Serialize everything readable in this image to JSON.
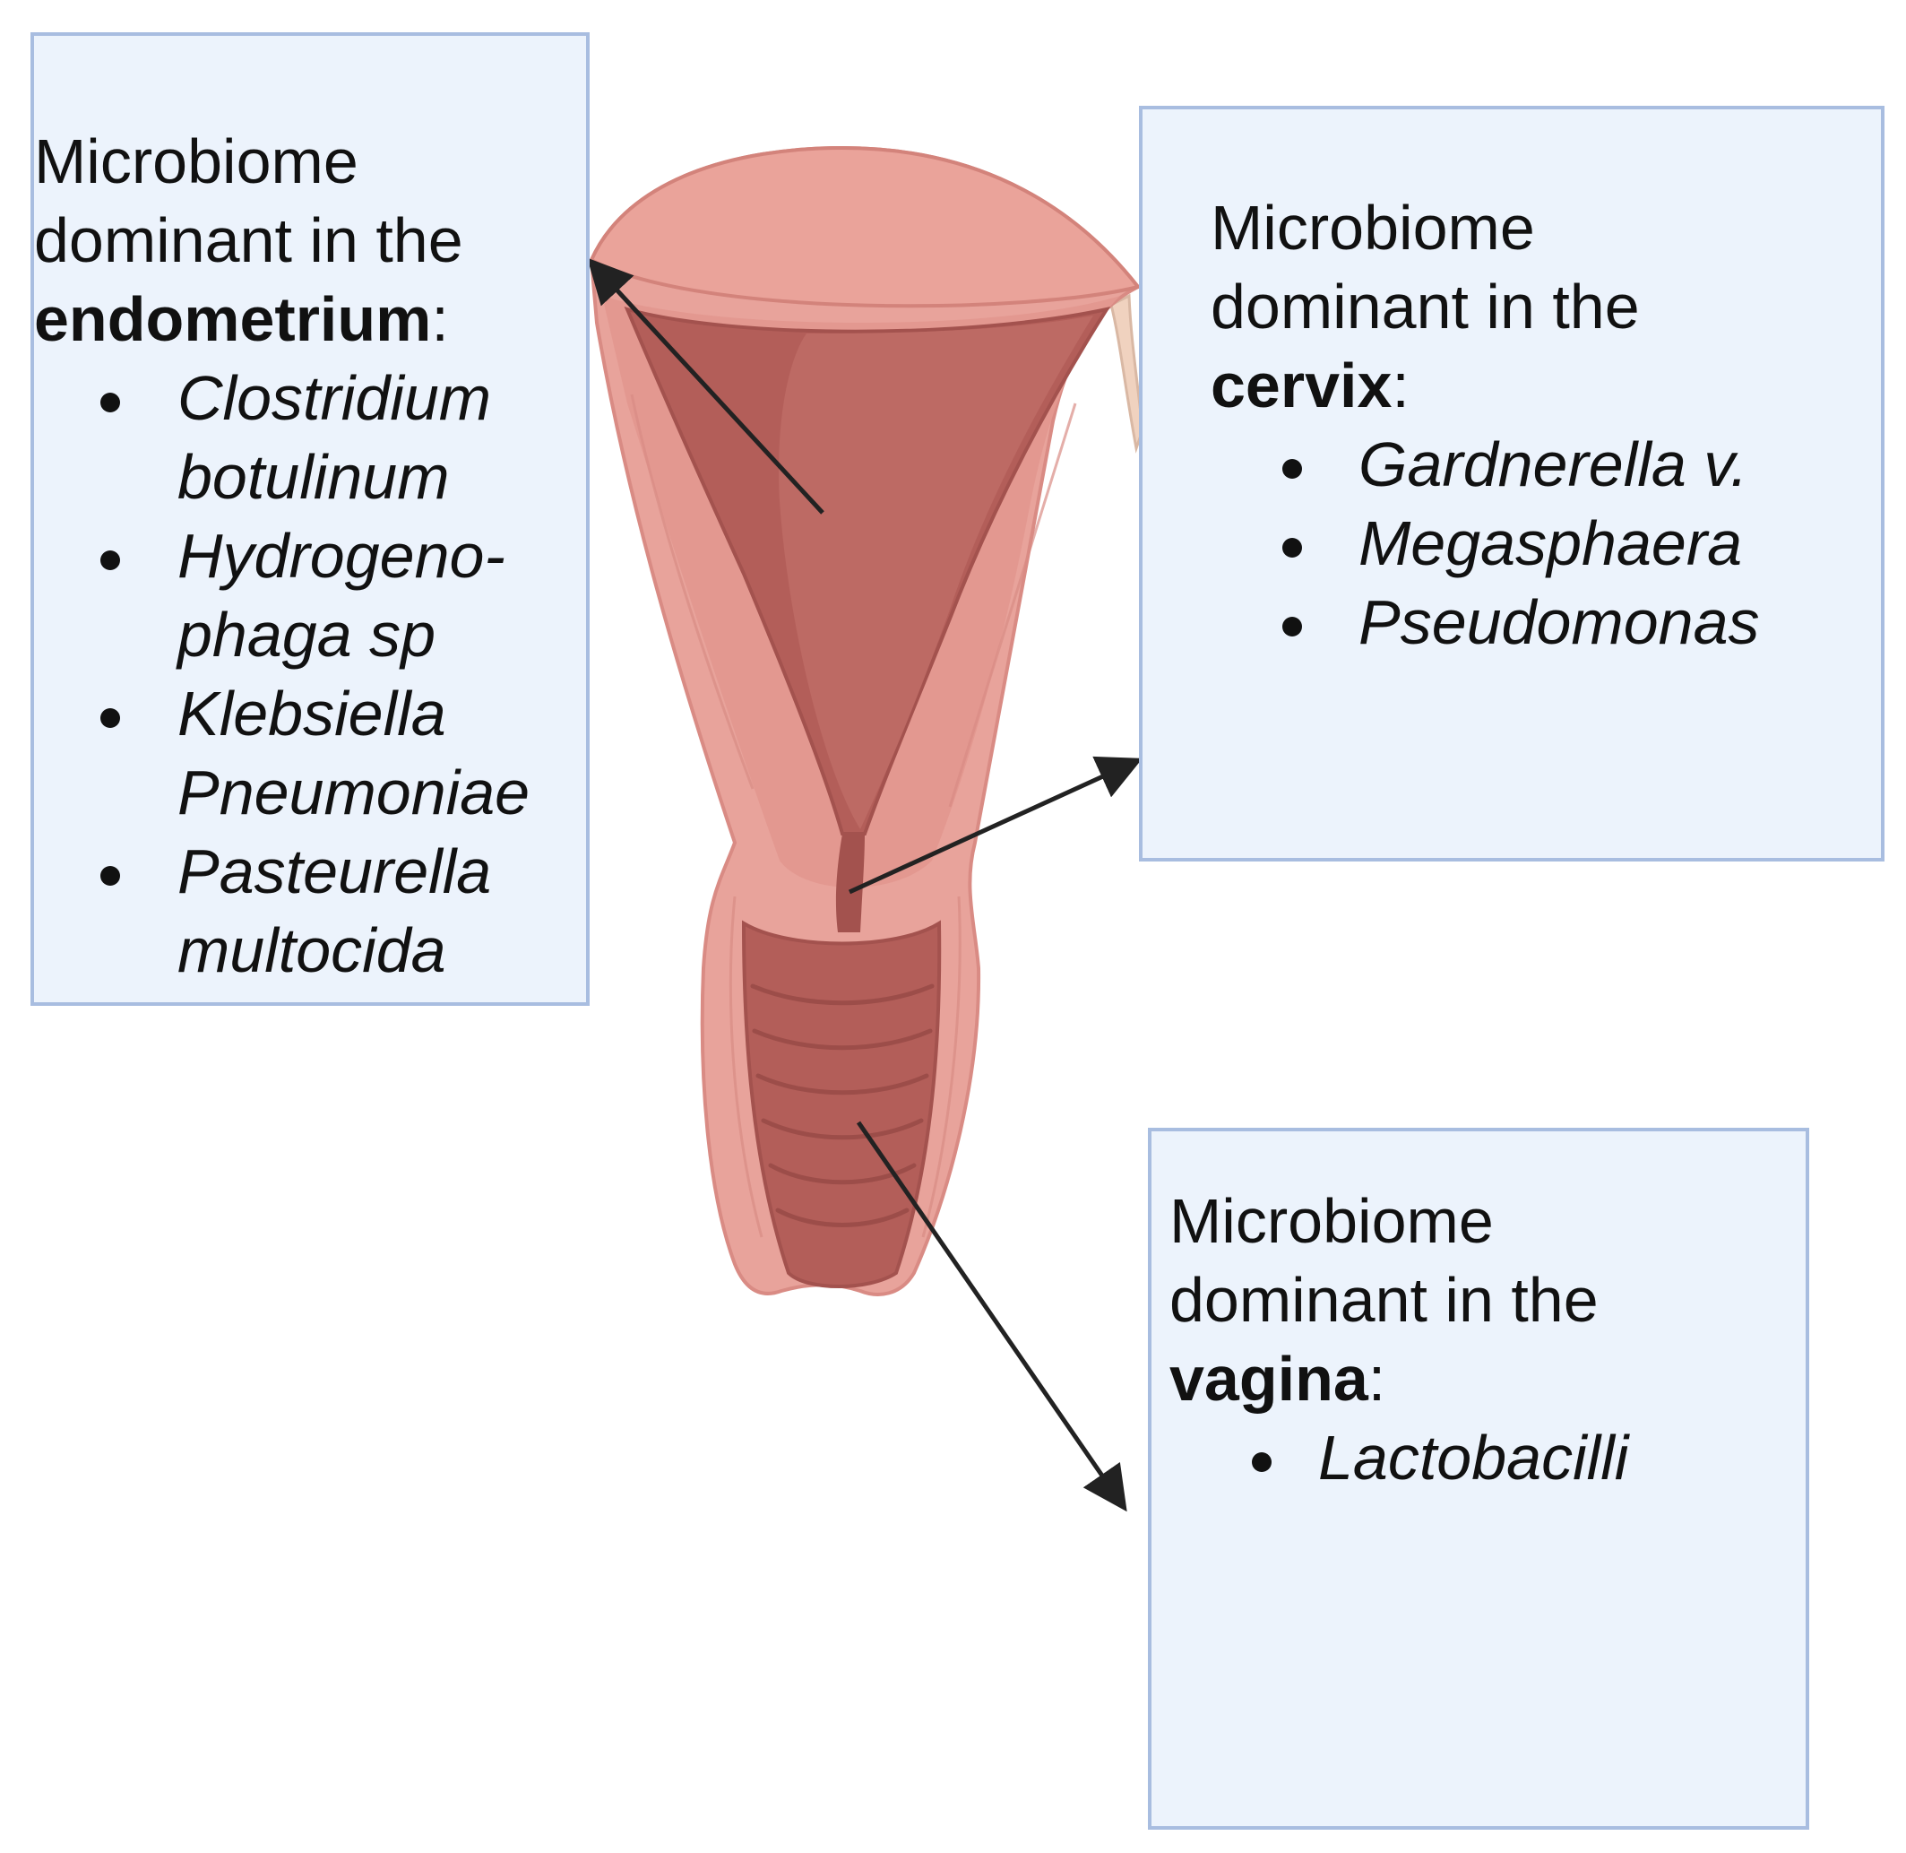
{
  "colors": {
    "box_fill": "#ecf3fc",
    "box_border": "#a8bde0",
    "tissue_light": "#e8a39b",
    "tissue_mid": "#d98b84",
    "lining_dark": "#a3524e",
    "cavity": "#b35e59",
    "arrow": "#222222"
  },
  "boxes": {
    "endometrium": {
      "heading_line1": "Microbiome",
      "heading_line2": "dominant in the",
      "site": "endometrium",
      "colon": ":",
      "species": [
        {
          "line1": "Clostridium",
          "line2": "botulinum"
        },
        {
          "line1": "Hydrogeno-",
          "line2": "phaga sp"
        },
        {
          "line1": "Klebsiella",
          "line2": "Pneumoniae"
        },
        {
          "line1": "Pasteurella",
          "line2": "multocida"
        }
      ]
    },
    "cervix": {
      "heading_line1": "Microbiome",
      "heading_line2": "dominant in the",
      "site": "cervix",
      "colon": ":",
      "species": [
        "Gardnerella v.",
        "Megasphaera",
        "Pseudomonas"
      ]
    },
    "vagina": {
      "heading_line1": "Microbiome",
      "heading_line2": "dominant in the",
      "site": "vagina",
      "colon": ":",
      "species": [
        "Lactobacilli"
      ]
    }
  },
  "illustration": {
    "subject": "uterus-anatomy",
    "arrows": [
      "arrow-to-endometrium-box",
      "arrow-to-cervix-box",
      "arrow-to-vagina-box"
    ]
  }
}
